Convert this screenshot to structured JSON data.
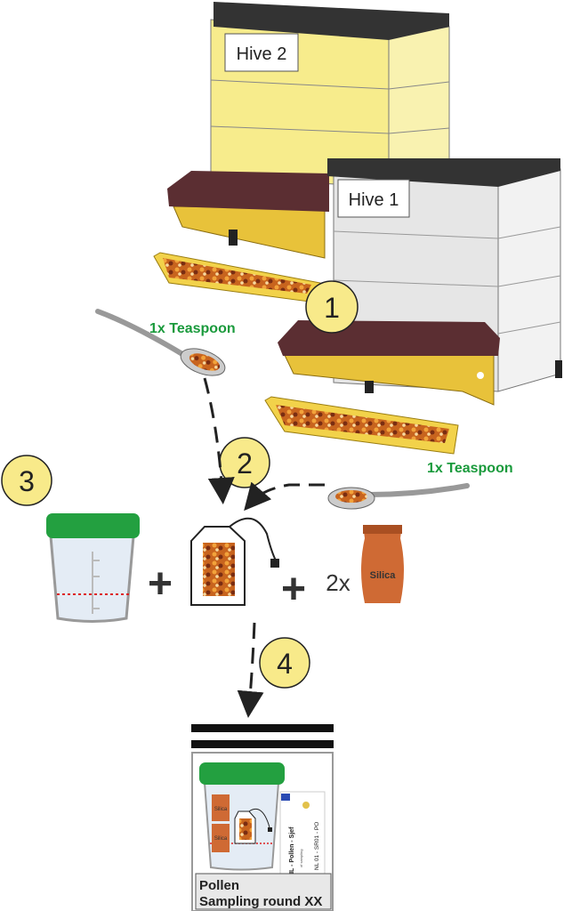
{
  "hives": [
    {
      "label": "Hive 2",
      "color": "#f7ec8c"
    },
    {
      "label": "Hive 1",
      "color": "#e6e6e6"
    }
  ],
  "steps": [
    "1",
    "2",
    "3",
    "4"
  ],
  "spoon_labels": [
    "1x Teaspoon",
    "1x Teaspoon"
  ],
  "combine": {
    "plus": "+",
    "silica_count": "2x",
    "silica_label": "Silica"
  },
  "bag": {
    "silica_label": "Silica",
    "sticker_name": "NL - Pollen - Sjef",
    "sticker_code": "NL 01 - SR01 - PO",
    "sticker_small": "of sampling",
    "label_line1": "Pollen",
    "label_line2": "Sampling round XX"
  },
  "colors": {
    "accent_green": "#1a9a3c",
    "step_circle": "#f8ea8a",
    "roof": "#333333",
    "trap_lid": "#5b2e32",
    "trap_yellow": "#e8c23a",
    "lid_green": "#23a040",
    "silica_bag": "#cf6a34"
  }
}
